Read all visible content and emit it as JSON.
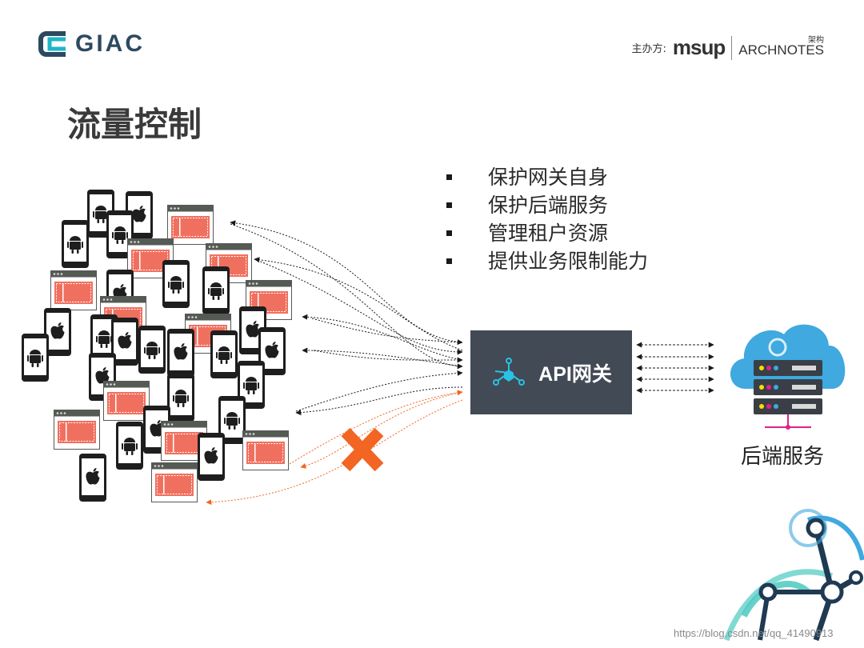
{
  "header": {
    "logo_text": "GIAC",
    "organizer_label": "主办方:",
    "organizer_brand_1": "msup",
    "organizer_brand_2": "ARCHNOTES",
    "organizer_brand_2_sup": "架构"
  },
  "slide": {
    "title": "流量控制",
    "bullets": [
      "保护网关自身",
      "保护后端服务",
      "管理租户资源",
      "提供业务限制能力"
    ]
  },
  "diagram": {
    "gateway_label": "API网关",
    "backend_label": "后端服务",
    "colors": {
      "gateway_bg": "#424a55",
      "cloud": "#3fa9e0",
      "server": "#3a3f47",
      "blocked": "#f26522",
      "window_content": "#f0705f"
    },
    "device_icons": [
      "android-icon",
      "apple-icon",
      "browser-window-icon"
    ]
  },
  "footer": {
    "watermark": "https://blog.csdn.net/qq_41490913"
  }
}
